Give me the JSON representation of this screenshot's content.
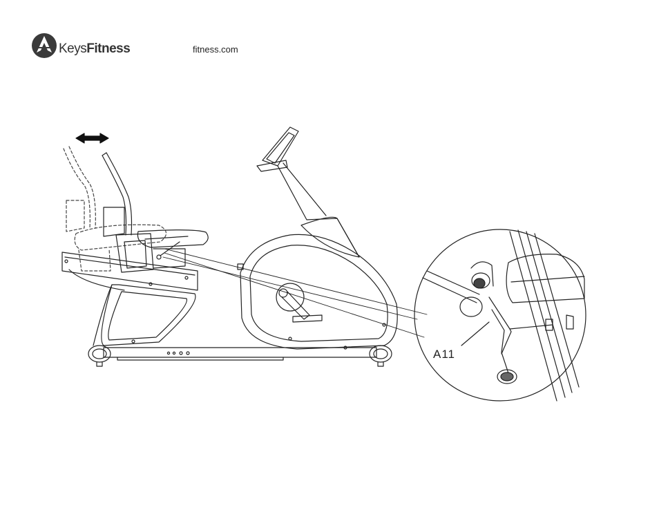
{
  "header": {
    "brand_light": "Keys",
    "brand_bold": "Fitness",
    "website": "fitness.com"
  },
  "illustration": {
    "subject": "recumbent-bike-seat-adjustment",
    "callout_label": "A11",
    "arrow_icon": "double-arrow-icon"
  }
}
